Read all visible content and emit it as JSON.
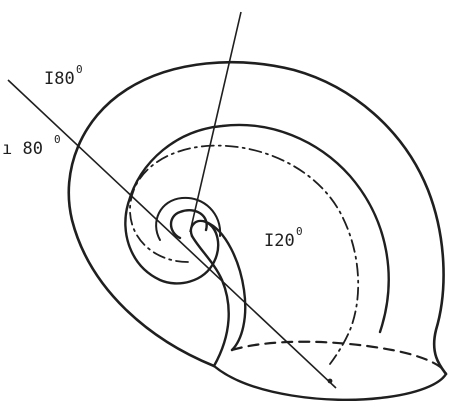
{
  "figure": {
    "labels": {
      "angle_outer_top": {
        "main": "I80",
        "sup": "0"
      },
      "angle_outer_left": {
        "main": "ı 80",
        "sup": "0"
      },
      "angle_inner": {
        "main": "I20",
        "sup": "0"
      }
    },
    "colors": {
      "ink": "#1f1f1f",
      "background": "#ffffff"
    }
  }
}
